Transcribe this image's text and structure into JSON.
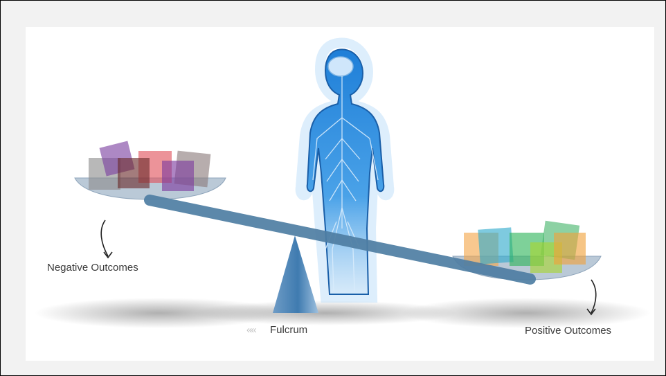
{
  "labels": {
    "negative": "Negative Outcomes",
    "positive": "Positive Outcomes",
    "fulcrum_chevrons": "««",
    "fulcrum": "Fulcrum"
  },
  "colors": {
    "figure": "#2f8fe0",
    "beam": "#4f7ea3",
    "pan": "#aebfd0",
    "fulcrum": "#4a86b8",
    "negative_blocks": [
      "#8c8c8c",
      "#7b3fa0",
      "#e0505a",
      "#6a2b2b",
      "#8a7a7a",
      "#7d3a9e"
    ],
    "positive_blocks": [
      "#f3a64a",
      "#2eaacc",
      "#2fb45a",
      "#46b46a",
      "#a8d530",
      "#f0a23a"
    ]
  }
}
